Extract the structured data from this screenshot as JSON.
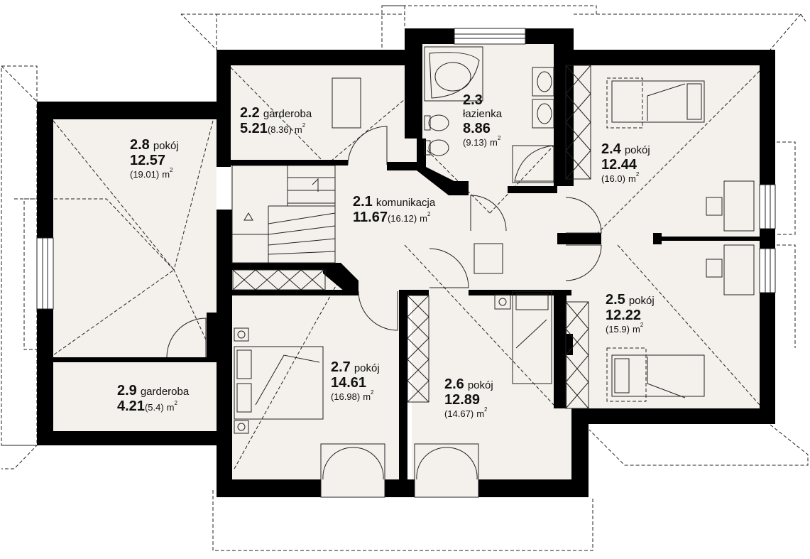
{
  "rooms": [
    {
      "id": "2.1",
      "name": "komunikacja",
      "area": "11.67",
      "gross": "(16.12)",
      "unit": "m"
    },
    {
      "id": "2.2",
      "name": "garderoba",
      "area": "5.21",
      "gross": "(8.36)",
      "unit": "m"
    },
    {
      "id": "2.3",
      "name": "łazienka",
      "area": "8.86",
      "gross": "(9.13)",
      "unit": "m"
    },
    {
      "id": "2.4",
      "name": "pokój",
      "area": "12.44",
      "gross": "(16.0)",
      "unit": "m"
    },
    {
      "id": "2.5",
      "name": "pokój",
      "area": "12.22",
      "gross": "(15.9)",
      "unit": "m"
    },
    {
      "id": "2.6",
      "name": "pokój",
      "area": "12.89",
      "gross": "(14.67)",
      "unit": "m"
    },
    {
      "id": "2.7",
      "name": "pokój",
      "area": "14.61",
      "gross": "(16.98)",
      "unit": "m"
    },
    {
      "id": "2.8",
      "name": "pokój",
      "area": "12.57",
      "gross": "(19.01)",
      "unit": "m"
    },
    {
      "id": "2.9",
      "name": "garderoba",
      "area": "4.21",
      "gross": "(5.4)",
      "unit": "m"
    }
  ],
  "superscript": "2",
  "colors": {
    "wall": "#000000",
    "floor": "#f4f1ec",
    "line": "#222222"
  }
}
